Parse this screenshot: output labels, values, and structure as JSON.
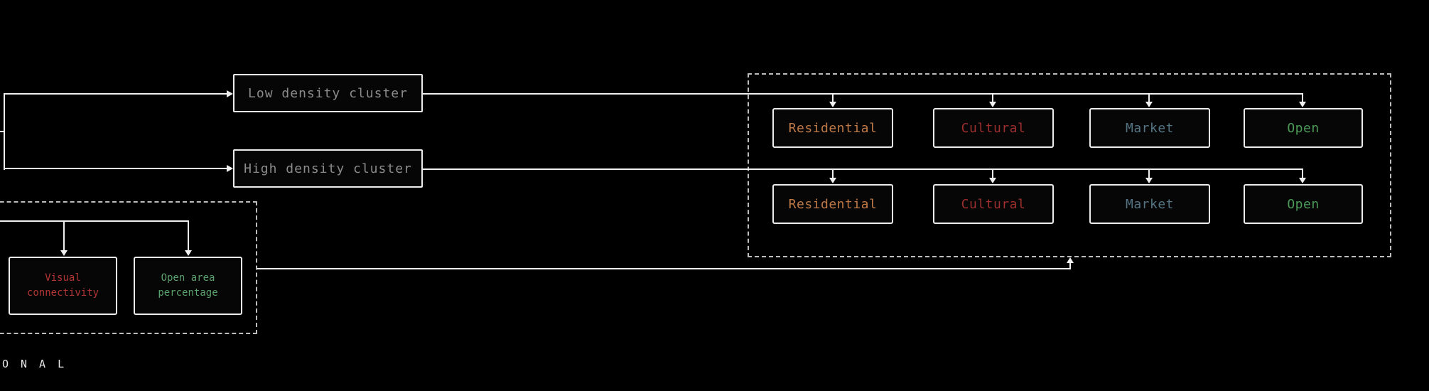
{
  "canvas": {
    "background": "#000000"
  },
  "colors": {
    "line": "#f0f0f0",
    "dashed_border": "#bdbdbd",
    "node_border": "#ededed",
    "cluster_text": "#8c8c8c",
    "residential": "#bf7947",
    "cultural": "#9c2e2e",
    "market": "#547484",
    "open": "#4d9a58",
    "visual_connectivity": "#b23535",
    "open_area": "#5aa06b",
    "caption": "#e8e8e8"
  },
  "clusters": {
    "low": {
      "label": "Low density cluster"
    },
    "high": {
      "label": "High density cluster"
    }
  },
  "categories_row1": [
    {
      "label": "Residential",
      "color": "#bf7947"
    },
    {
      "label": "Cultural",
      "color": "#9c2e2e"
    },
    {
      "label": "Market",
      "color": "#547484"
    },
    {
      "label": "Open",
      "color": "#4d9a58"
    }
  ],
  "categories_row2": [
    {
      "label": "Residential",
      "color": "#bf7947"
    },
    {
      "label": "Cultural",
      "color": "#9c2e2e"
    },
    {
      "label": "Market",
      "color": "#547484"
    },
    {
      "label": "Open",
      "color": "#4d9a58"
    }
  ],
  "metrics": {
    "visual_connectivity": {
      "line1": "Visual",
      "line2": "connectivity",
      "color": "#b23535"
    },
    "open_area": {
      "line1": "Open area",
      "line2": "percentage",
      "color": "#5aa06b"
    }
  },
  "caption_fragment": "ONAL"
}
